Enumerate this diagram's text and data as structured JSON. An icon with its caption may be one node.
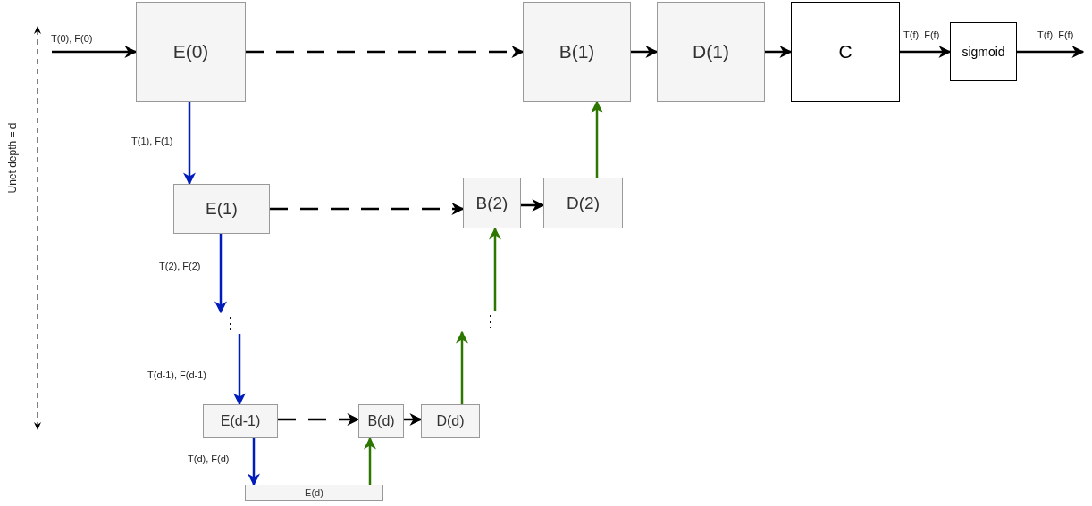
{
  "diagram": {
    "nodes": [
      {
        "text": [
          "E(0)"
        ]
      },
      {
        "text": [
          "B(1)"
        ]
      },
      {
        "text": [
          "D(1)"
        ]
      },
      {
        "text": [
          "C"
        ]
      },
      {
        "text": [
          "sigmoid"
        ]
      },
      {
        "text": [
          "E(1)"
        ]
      },
      {
        "text": [
          "B(2)"
        ]
      },
      {
        "text": [
          "D(2)"
        ]
      },
      {
        "text": [
          "⋮"
        ]
      },
      {
        "text": [
          "⋮"
        ]
      },
      {
        "text": [
          "E(d-1)"
        ]
      },
      {
        "text": [
          "B(d)"
        ]
      },
      {
        "text": [
          "D(d)"
        ]
      },
      {
        "text": [
          "E(d)"
        ]
      }
    ],
    "edges": [
      {
        "from": null,
        "to": 0,
        "arrow": "to",
        "label": "T(0), F(0)"
      },
      {
        "from": 0,
        "to": 1,
        "arrow": "to",
        "style": "dashed"
      },
      {
        "from": 1,
        "to": 2,
        "arrow": "to"
      },
      {
        "from": 2,
        "to": 3,
        "arrow": "to"
      },
      {
        "from": 3,
        "to": 4,
        "arrow": "to",
        "label": "T(f), F(f)"
      },
      {
        "from": 4,
        "to": null,
        "arrow": "to",
        "label": "T(f), F(f)"
      },
      {
        "from": 0,
        "to": 5,
        "arrow": "to",
        "label": "T(1), F(1)",
        "color": "#001dbc"
      },
      {
        "from": 5,
        "to": 6,
        "arrow": "to",
        "style": "dashed"
      },
      {
        "from": 6,
        "to": 7,
        "arrow": "to"
      },
      {
        "from": 7,
        "to": 1,
        "arrow": "to",
        "color": "#2d7600"
      },
      {
        "from": 5,
        "to": 8,
        "arrow": "to",
        "label": "T(2), F(2)",
        "color": "#001dbc"
      },
      {
        "from": 9,
        "to": 6,
        "arrow": "to",
        "color": "#2d7600"
      },
      {
        "from": 8,
        "to": 10,
        "arrow": "to",
        "label": "T(d-1), F(d-1)",
        "color": "#001dbc"
      },
      {
        "from": 12,
        "to": 9,
        "arrow": "to",
        "color": "#2d7600"
      },
      {
        "from": 10,
        "to": 11,
        "arrow": "to",
        "style": "dashed"
      },
      {
        "from": 11,
        "to": 12,
        "arrow": "to"
      },
      {
        "from": 10,
        "to": 13,
        "arrow": "to",
        "label": "T(d), F(d)",
        "color": "#001dbc"
      },
      {
        "from": 13,
        "to": 11,
        "arrow": "to",
        "color": "#2d7600"
      }
    ],
    "labels": [
      "Unet depth = d"
    ]
  }
}
